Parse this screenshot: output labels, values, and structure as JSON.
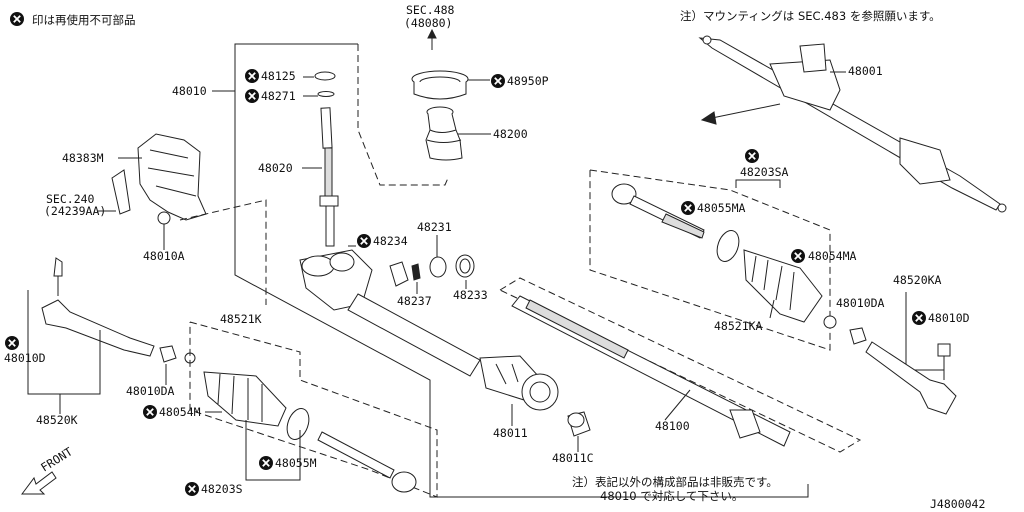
{
  "header": {
    "nonservice_text": "印は再使用不可部品",
    "mounting_note": "注）マウンティングは SEC.483 を参照願います。",
    "footer_note_line1": "注）表記以外の構成部品は非販売です。",
    "footer_note_line2": "48010 で対応して下さい。",
    "diagram_id": "J4800042",
    "front_label": "FRONT"
  },
  "references": {
    "sec488": "SEC.488",
    "sec488_sub": "(48080)",
    "sec240": "SEC.240",
    "sec240_sub": "(24239AA)"
  },
  "parts": {
    "p48001": "48001",
    "p48010": "48010",
    "p48125": "48125",
    "p48271": "48271",
    "p48020": "48020",
    "p48383M": "48383M",
    "p48010A": "48010A",
    "p48950P": "48950P",
    "p48200": "48200",
    "p48231": "48231",
    "p48234": "48234",
    "p48237": "48237",
    "p48233": "48233",
    "p48203SA": "48203SA",
    "p48055MA": "48055MA",
    "p48054MA": "48054MA",
    "p48521KA": "48521KA",
    "p48010DA_r": "48010DA",
    "p48520KA": "48520KA",
    "p48010D_r": "48010D",
    "p48010D_l": "48010D",
    "p48520K": "48520K",
    "p48010DA_l": "48010DA",
    "p48521K": "48521K",
    "p48054M": "48054M",
    "p48055M": "48055M",
    "p48203S": "48203S",
    "p48011": "48011",
    "p48011C": "48011C",
    "p48100": "48100"
  },
  "icons": {
    "nonreusable": "x-circle-icon",
    "arrow": "arrow-icon"
  }
}
